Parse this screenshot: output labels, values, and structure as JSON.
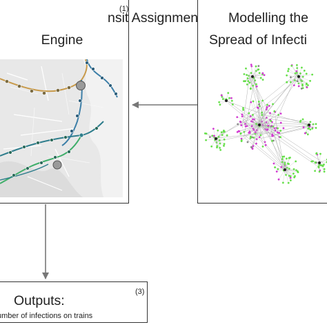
{
  "box_transit": {
    "title_line1": "nsit Assignment.",
    "title_line2": "Engine",
    "ref": "(1)"
  },
  "box_spread": {
    "title_line1": "Modelling the",
    "title_line2": "Spread of Infecti"
  },
  "box_outputs": {
    "title": "Outputs:",
    "subtitle": "umber of infections on trains",
    "ref": "(3)"
  },
  "colors": {
    "border": "#333333",
    "arrow": "#777777",
    "map_bg": "#e6e6e6",
    "line_orange": "#c89a4a",
    "line_blue": "#3d7fa8",
    "line_teal": "#2e7d8c",
    "line_green": "#3fae6a",
    "node_green": "#66e04a",
    "node_magenta": "#d23ad2",
    "node_grey": "#888888"
  }
}
